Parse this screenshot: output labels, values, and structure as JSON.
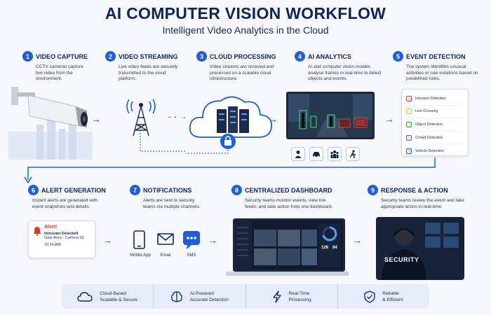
{
  "header": {
    "title": "AI COMPUTER VISION WORKFLOW",
    "subtitle": "Intelligent Video Analytics in the Cloud"
  },
  "steps": [
    {
      "num": "1",
      "title": "VIDEO CAPTURE",
      "desc": "CCTV cameras capture live video from the environment."
    },
    {
      "num": "2",
      "title": "VIDEO STREAMING",
      "desc": "Live video feeds are securely transmitted to the cloud platform."
    },
    {
      "num": "3",
      "title": "CLOUD PROCESSING",
      "desc": "Video streams are received and processed on a scalable cloud infrastructure."
    },
    {
      "num": "4",
      "title": "AI ANALYTICS",
      "desc": "AI and computer vision models analyse frames in real-time to detect objects and events."
    },
    {
      "num": "5",
      "title": "EVENT DETECTION",
      "desc": "The system identifies unusual activities or rule violations based on predefined rules."
    },
    {
      "num": "6",
      "title": "ALERT GENERATION",
      "desc": "Instant alerts are generated with event snapshots and details."
    },
    {
      "num": "7",
      "title": "NOTIFICATIONS",
      "desc": "Alerts are sent to security teams via multiple channels."
    },
    {
      "num": "8",
      "title": "CENTRALIZED DASHBOARD",
      "desc": "Security teams monitor events, view live feeds, and take action from one dashboard."
    },
    {
      "num": "9",
      "title": "RESPONSE & ACTION",
      "desc": "Security teams review the event and take appropriate action in real-time."
    }
  ],
  "events": [
    {
      "label": "Intrusion Detection",
      "color": "#e0432f"
    },
    {
      "label": "Line Crossing",
      "color": "#e89a22"
    },
    {
      "label": "Object Detection",
      "color": "#2b9a4a"
    },
    {
      "label": "Crowd Detection",
      "color": "#7b4fc9"
    },
    {
      "label": "Vehicle Detection",
      "color": "#1f5fd6"
    }
  ],
  "alert": {
    "heading": "Alert!",
    "type": "Intrusion Detected",
    "location": "Gate Area - Camera 02",
    "time": "10:24 AM"
  },
  "channels": [
    "Mobile App",
    "Email",
    "SMS"
  ],
  "dashboard": {
    "stat1": "128",
    "stat2": "84"
  },
  "security_label": "SECURITY",
  "features": [
    {
      "line1": "Cloud-Based",
      "line2": "Scalable & Secure",
      "icon": "cloud-icon"
    },
    {
      "line1": "AI-Powered",
      "line2": "Accurate Detection",
      "icon": "brain-icon"
    },
    {
      "line1": "Real-Time",
      "line2": "Processing",
      "icon": "lightning-icon"
    },
    {
      "line1": "Reliable",
      "line2": "& Efficient",
      "icon": "shield-check-icon"
    }
  ],
  "colors": {
    "accent": "#1f5fd6",
    "navy": "#10245c",
    "alert": "#d93a2b"
  }
}
